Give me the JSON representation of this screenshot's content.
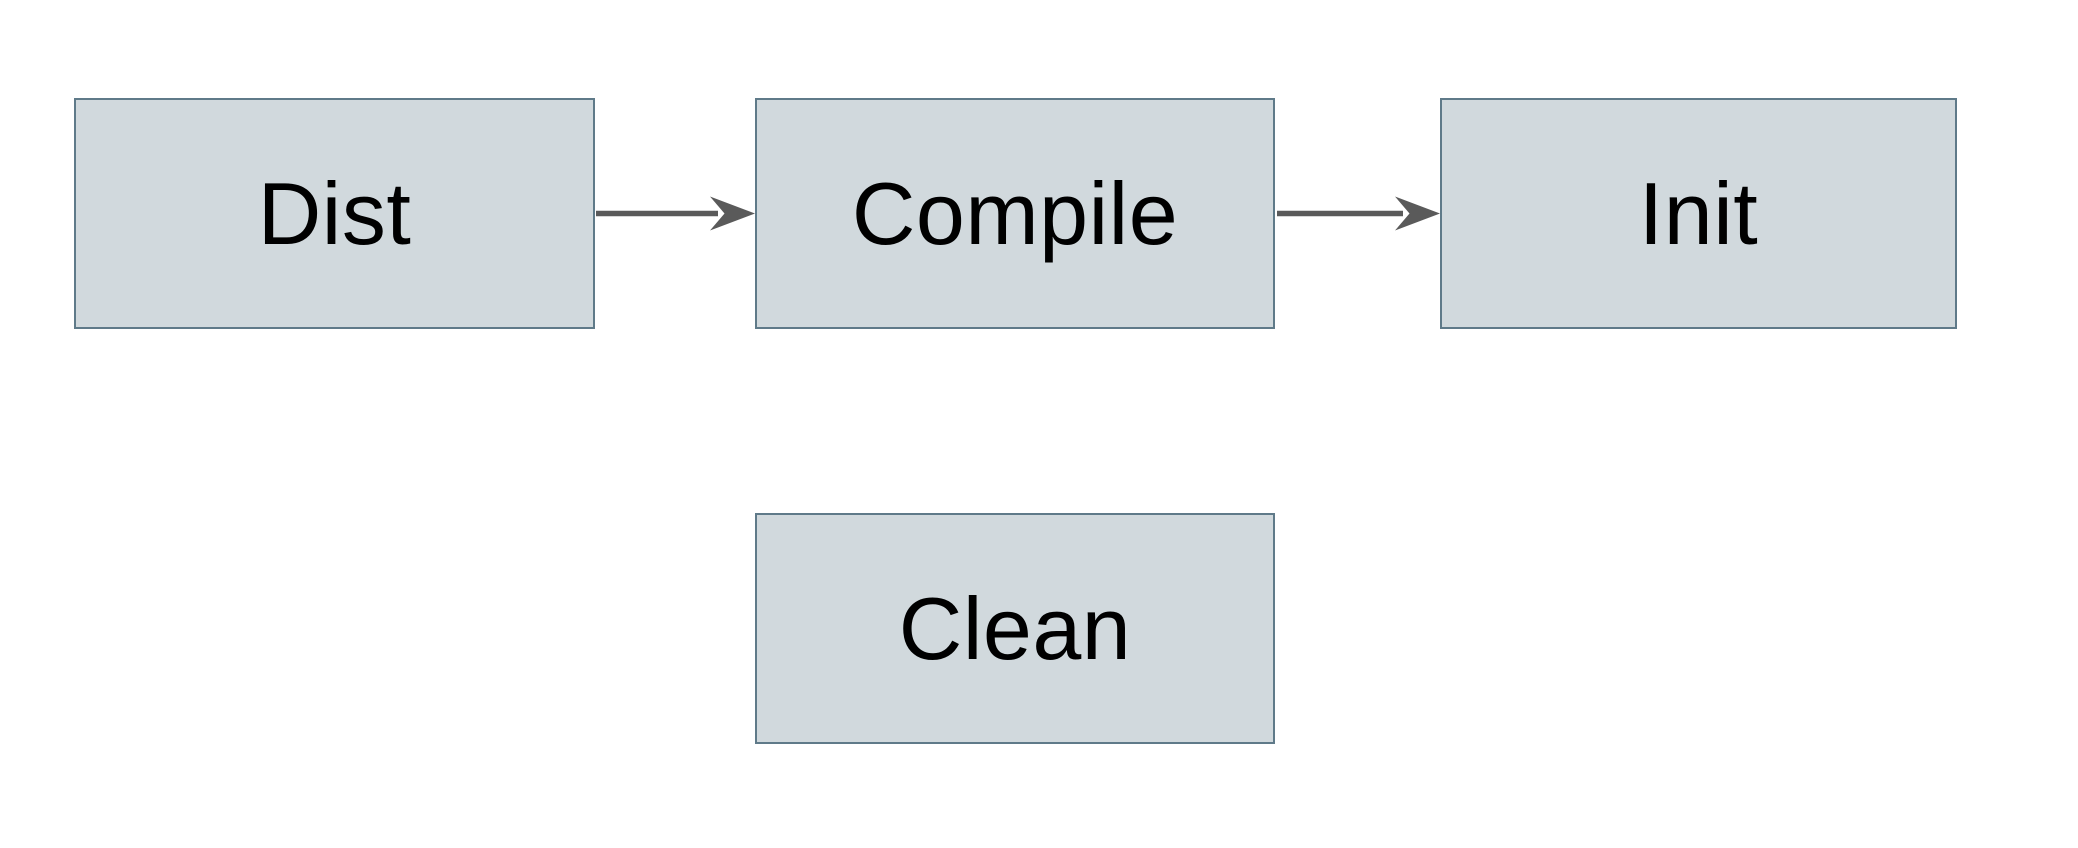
{
  "diagram": {
    "type": "flowchart",
    "colors": {
      "background": "#ffffff",
      "node_fill": "#d1d9dd",
      "node_border": "#5f7a89",
      "arrow_color": "#5a5a5a",
      "text_color": "#000000"
    },
    "nodes": [
      {
        "id": "dist",
        "label": "Dist",
        "row": "top",
        "order": 1
      },
      {
        "id": "compile",
        "label": "Compile",
        "row": "top",
        "order": 2
      },
      {
        "id": "init",
        "label": "Init",
        "row": "top",
        "order": 3
      },
      {
        "id": "clean",
        "label": "Clean",
        "row": "bottom",
        "order": 1
      }
    ],
    "edges": [
      {
        "from": "Dist",
        "to": "Compile",
        "style": "arrow-right"
      },
      {
        "from": "Compile",
        "to": "Init",
        "style": "arrow-right"
      }
    ]
  }
}
